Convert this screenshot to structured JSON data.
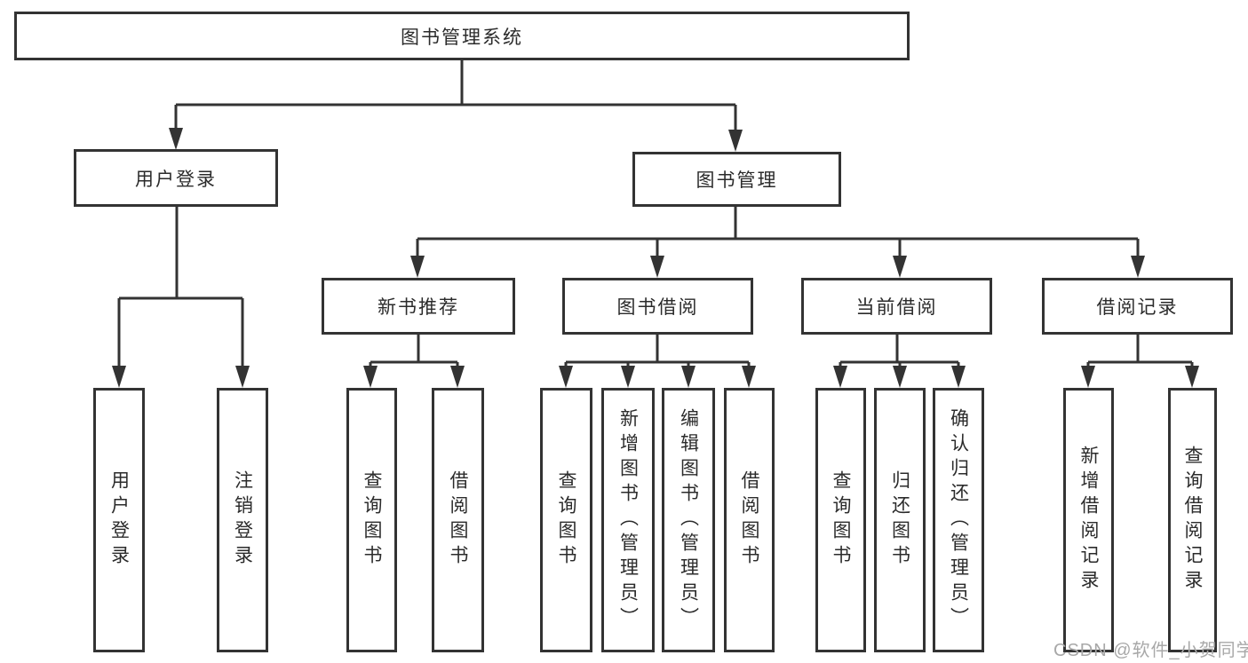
{
  "diagram": {
    "root": {
      "label": "图书管理系统"
    },
    "level2": {
      "user_login": {
        "label": "用户登录"
      },
      "book_management": {
        "label": "图书管理"
      }
    },
    "level3": {
      "new_book_recommend": {
        "label": "新书推荐"
      },
      "book_borrow": {
        "label": "图书借阅"
      },
      "current_borrow": {
        "label": "当前借阅"
      },
      "borrow_records": {
        "label": "借阅记录"
      }
    },
    "leaves": {
      "user_login": [
        "用户登录",
        "注销登录"
      ],
      "new_book_recommend": [
        "查询图书",
        "借阅图书"
      ],
      "book_borrow": [
        "查询图书",
        "新增图书（管理员）",
        "编辑图书（管理员）",
        "借阅图书"
      ],
      "current_borrow": [
        "查询图书",
        "归还图书",
        "确认归还（管理员）"
      ],
      "borrow_records": [
        "新增借阅记录",
        "查询借阅记录"
      ]
    }
  },
  "watermark": {
    "text": "CSDN @软件_小贺同学",
    "color": "#a8a8a8"
  },
  "colors": {
    "line": "#333333",
    "box_border": "#333333",
    "background": "#ffffff",
    "text": "#2b2b2b"
  }
}
